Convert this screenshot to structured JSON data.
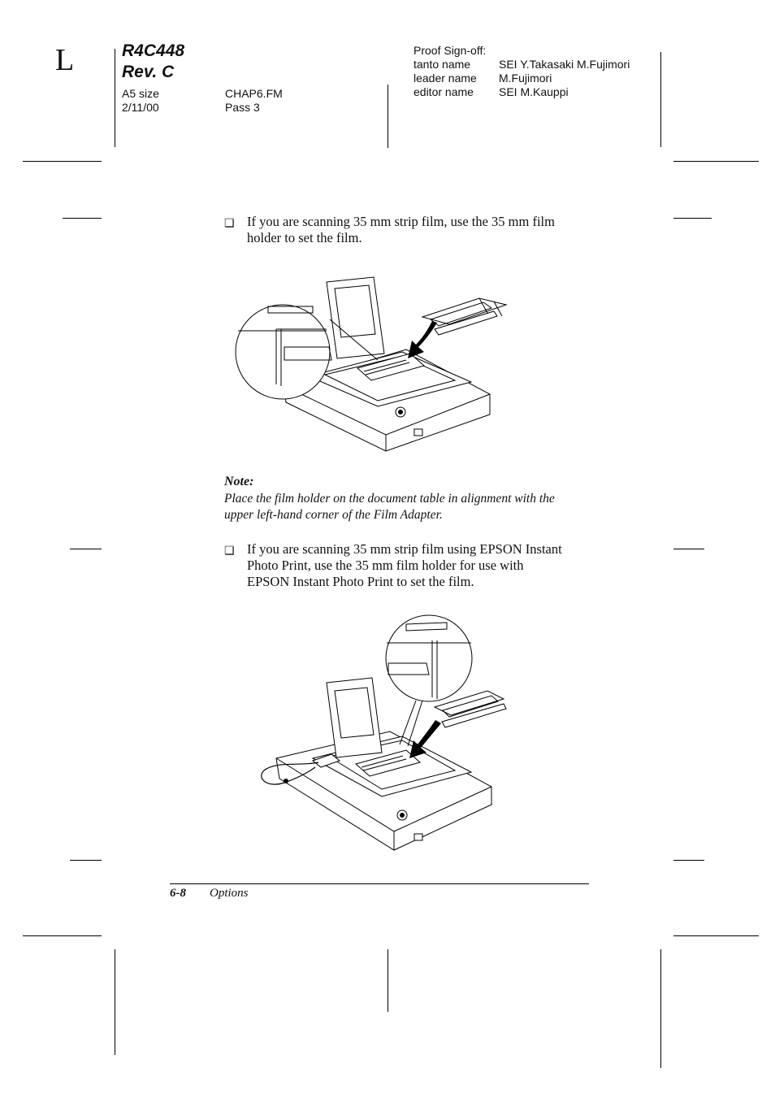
{
  "header": {
    "corner_letter": "L",
    "code": "R4C448",
    "revision": "Rev. C",
    "size": "A5 size",
    "date": "2/11/00",
    "file": "CHAP6.FM",
    "pass": "Pass 3",
    "proof": {
      "title": "Proof Sign-off:",
      "rows": [
        {
          "label": "tanto name",
          "value": "SEI Y.Takasaki M.Fujimori"
        },
        {
          "label": "leader name",
          "value": "M.Fujimori"
        },
        {
          "label": "editor name",
          "value": "SEI M.Kauppi"
        }
      ]
    }
  },
  "content": {
    "bullet_symbol": "❏",
    "bullet1": {
      "line1": "If you are scanning 35 mm strip film, use the 35 mm film",
      "line2": "holder to set the film."
    },
    "note": {
      "title": "Note:",
      "line1": "Place the film holder on the document table in alignment with the",
      "line2": "upper left-hand corner of the Film Adapter."
    },
    "bullet2": {
      "line1": "If you are scanning 35 mm strip film using EPSON Instant",
      "line2": "Photo Print, use the 35 mm film holder for use with",
      "line3": "EPSON Instant Photo Print to set the film."
    }
  },
  "footer": {
    "page_number": "6-8",
    "section": "Options"
  }
}
